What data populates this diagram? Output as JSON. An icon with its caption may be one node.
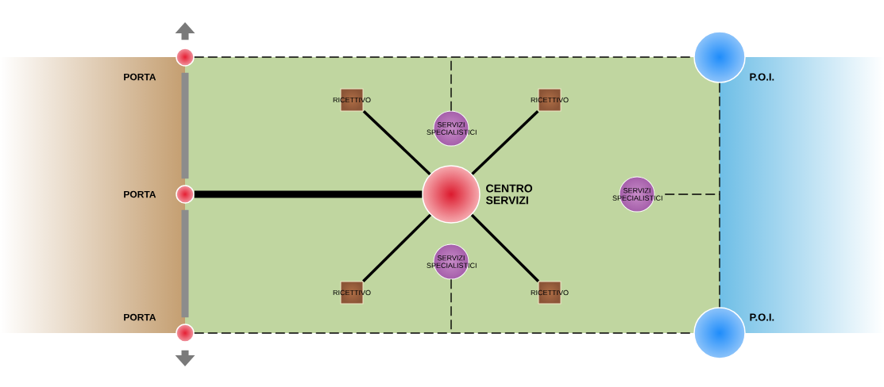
{
  "diagram": {
    "nodes": [
      {
        "text": [
          "PORTA"
        ]
      },
      {
        "text": [
          "PORTA"
        ]
      },
      {
        "text": [
          "PORTA"
        ]
      },
      {
        "text": [
          "CENTRO SERVIZI"
        ]
      },
      {
        "text": [
          "RICETTIVO"
        ]
      },
      {
        "text": [
          "SERVIZI SPECIALISTICI"
        ]
      },
      {
        "text": [
          "RICETTIVO"
        ]
      },
      {
        "text": [
          "SERVIZI SPECIALISTICI"
        ]
      },
      {
        "text": [
          "SERVIZI SPECIALISTICI"
        ]
      },
      {
        "text": [
          "RICETTIVO"
        ]
      },
      {
        "text": [
          "RICETTIVO"
        ]
      },
      {
        "text": [
          "P.O.I."
        ]
      },
      {
        "text": [
          "P.O.I."
        ]
      }
    ],
    "edges": [
      {
        "from": 1,
        "to": 3,
        "arrow": "none",
        "style": "thick"
      },
      {
        "from": 3,
        "to": 4,
        "arrow": "none"
      },
      {
        "from": 3,
        "to": 6,
        "arrow": "none"
      },
      {
        "from": 3,
        "to": 9,
        "arrow": "none"
      },
      {
        "from": 3,
        "to": 10,
        "arrow": "none"
      },
      {
        "from": 0,
        "to": 11,
        "arrow": "none",
        "style": "dashed"
      },
      {
        "from": 2,
        "to": 12,
        "arrow": "none",
        "style": "dashed"
      },
      {
        "from": 11,
        "to": 12,
        "arrow": "none",
        "style": "dashed"
      },
      {
        "from": 5,
        "to": null,
        "arrow": "none",
        "style": "dashed"
      },
      {
        "from": 8,
        "to": null,
        "arrow": "none",
        "style": "dashed"
      },
      {
        "from": 7,
        "to": null,
        "arrow": "none",
        "style": "dashed"
      },
      {
        "from": 0,
        "to": 1,
        "arrow": "none",
        "style": "thick",
        "color": "#8c8c8c"
      },
      {
        "from": 1,
        "to": 2,
        "arrow": "none",
        "style": "thick",
        "color": "#8c8c8c"
      },
      {
        "from": 0,
        "to": null,
        "arrow": "to",
        "style": "thick",
        "color": "#7a7a7a"
      },
      {
        "from": 2,
        "to": null,
        "arrow": "to",
        "style": "thick",
        "color": "#7a7a7a"
      }
    ]
  }
}
